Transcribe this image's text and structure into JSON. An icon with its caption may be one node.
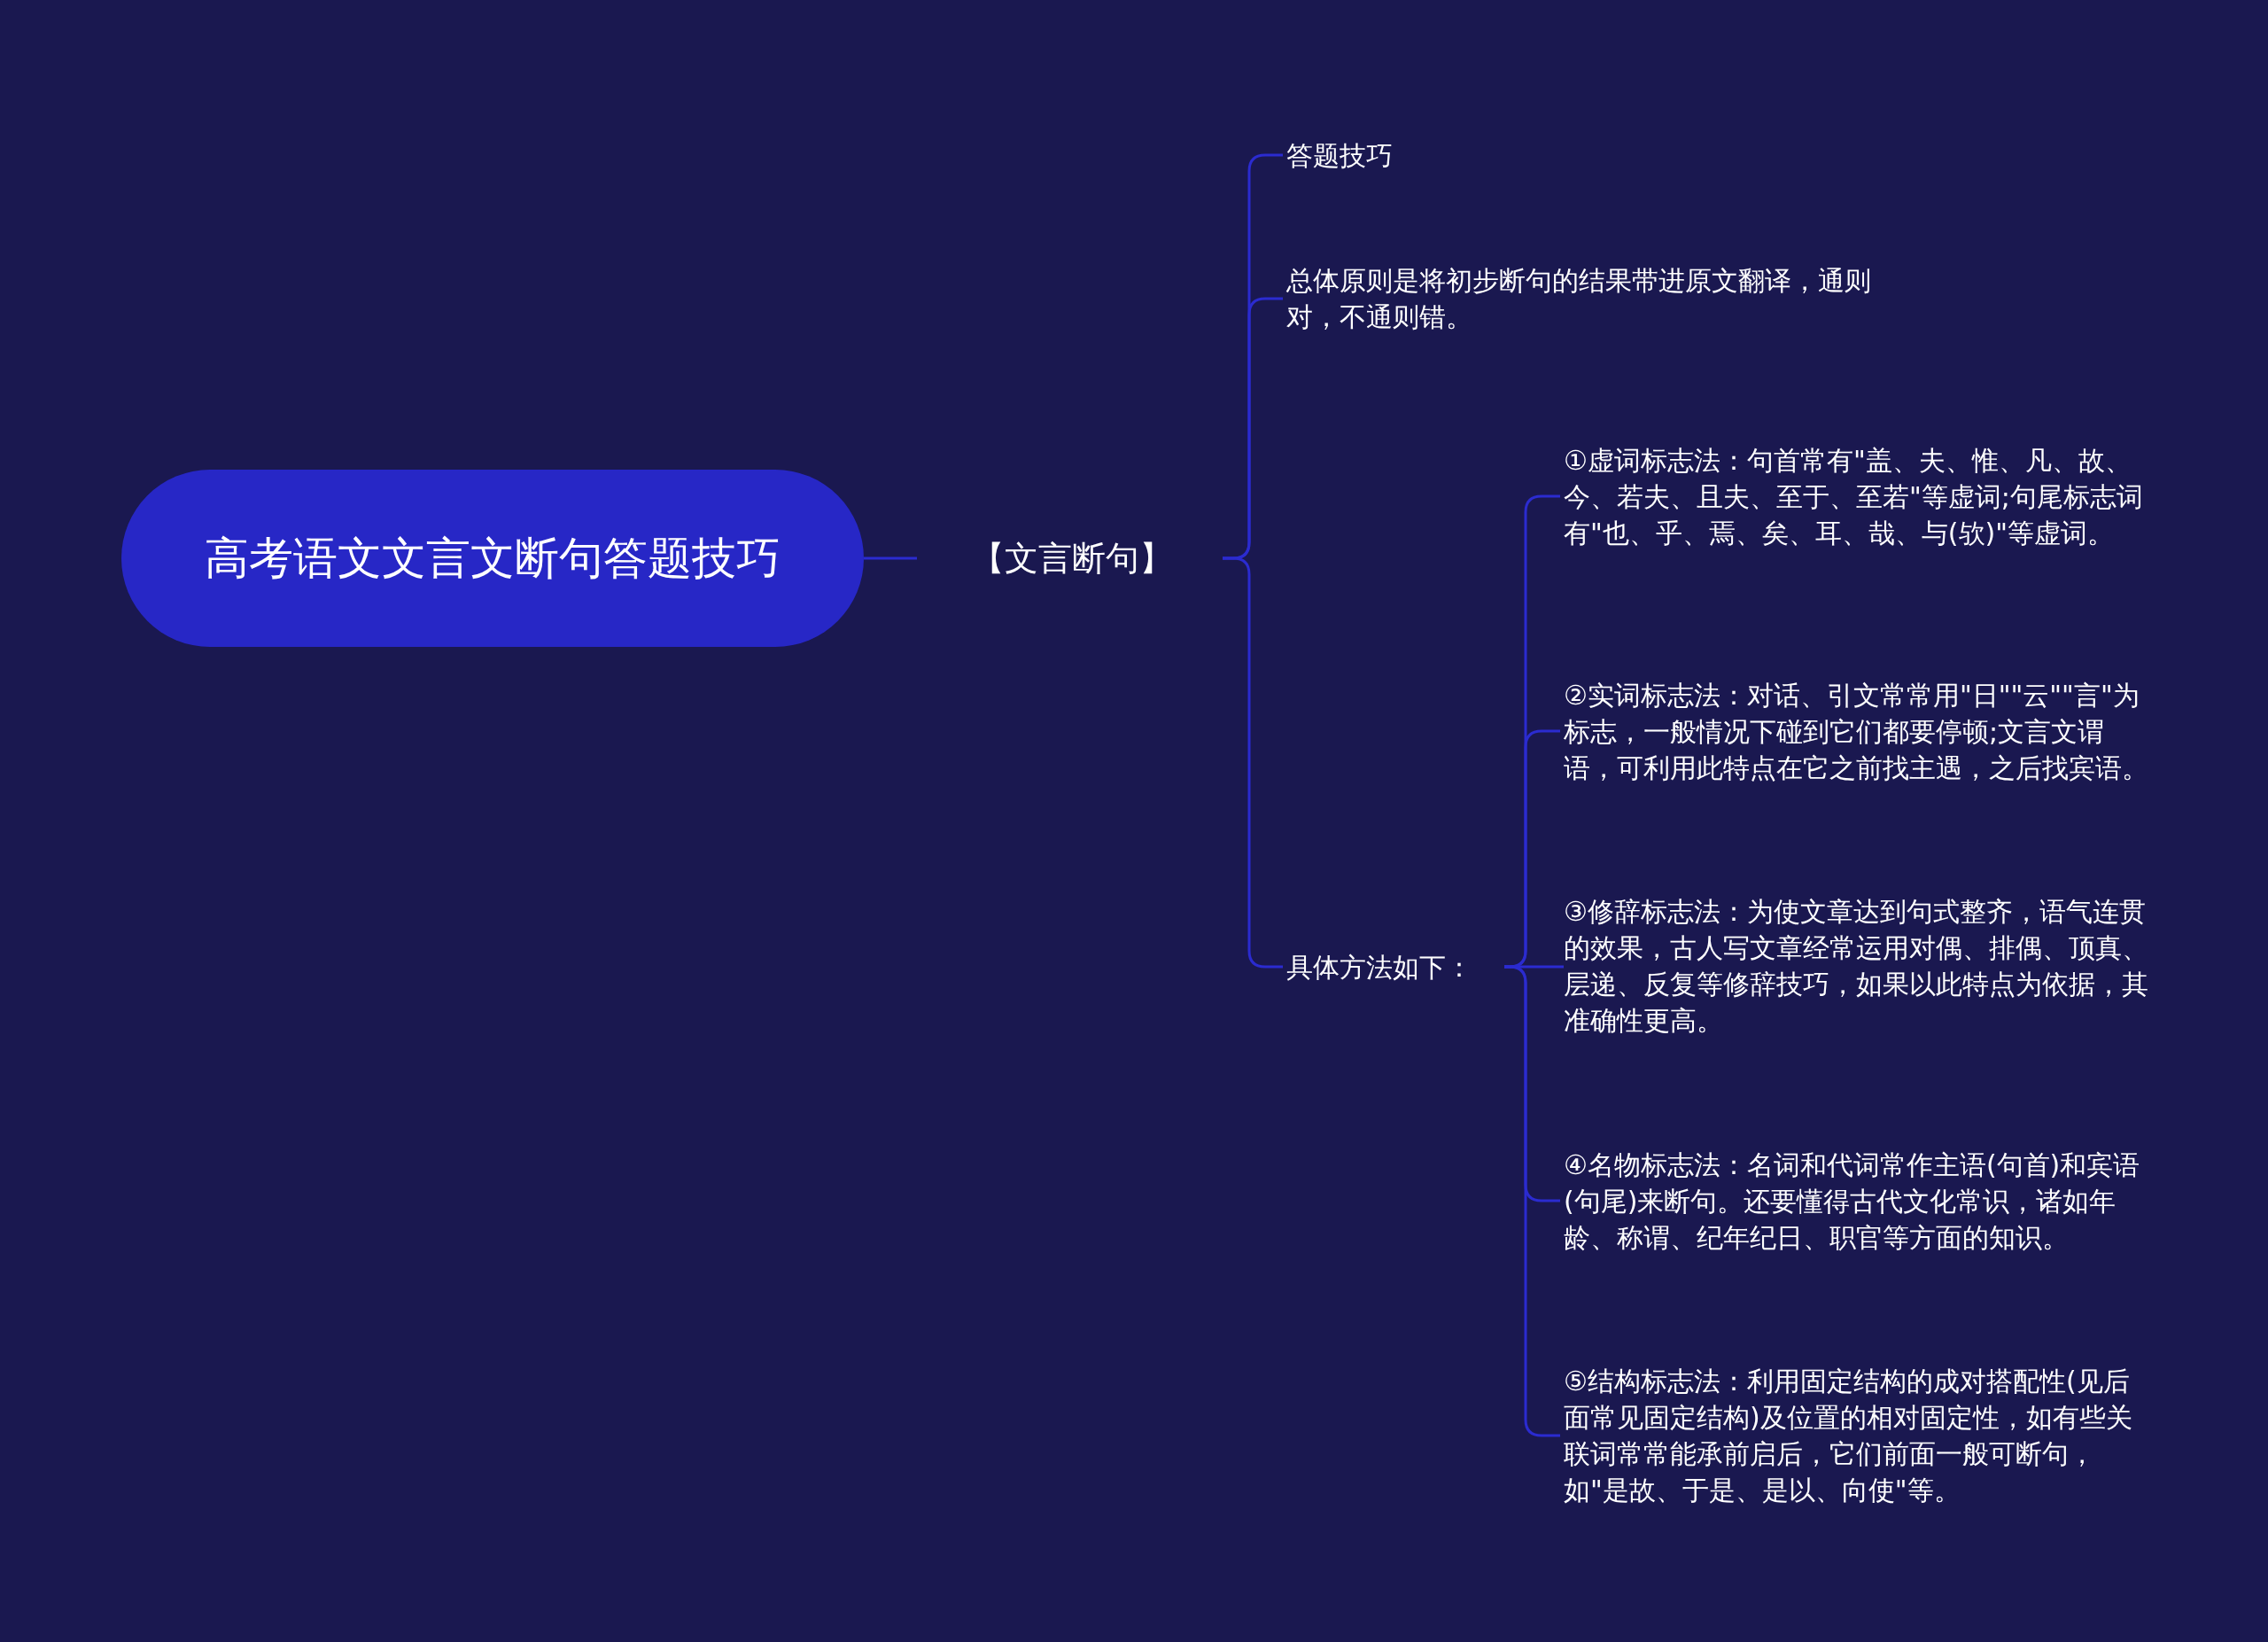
{
  "diagram": {
    "nodes": [
      {
        "text": [
          "高考语文文言文断句答题技巧"
        ]
      },
      {
        "text": [
          "【文言断句】"
        ]
      },
      {
        "text": [
          "答题技巧"
        ]
      },
      {
        "text": [
          "总体原则是将初步断句的结果带进原文翻译，通则对，不通则错。"
        ]
      },
      {
        "text": [
          "具体方法如下："
        ]
      },
      {
        "text": [
          "①虚词标志法：句首常有\"盖、夫、惟、凡、故、今、若夫、且夫、至于、至若\"等虚词;句尾标志词有\"也、乎、焉、矣、耳、哉、与(欤)\"等虚词。"
        ]
      },
      {
        "text": [
          "②实词标志法：对话、引文常常用\"日\"\"云\"\"言\"为标志，一般情况下碰到它们都要停顿;文言文谓语，可利用此特点在它之前找主遇，之后找宾语。"
        ]
      },
      {
        "text": [
          "③修辞标志法：为使文章达到句式整齐，语气连贯的效果，古人写文章经常运用对偶、排偶、顶真、层递、反复等修辞技巧，如果以此特点为依据，其准确性更高。"
        ]
      },
      {
        "text": [
          "④名物标志法：名词和代词常作主语(句首)和宾语(句尾)来断句。还要懂得古代文化常识，诸如年龄、称谓、纪年纪日、职官等方面的知识。"
        ]
      },
      {
        "text": [
          "⑤结构标志法：利用固定结构的成对搭配性(见后面常见固定结构)及位置的相对固定性，如有些关联词常常能承前启后，它们前面一般可断句，如\"是故、于是、是以、向使\"等。"
        ]
      }
    ],
    "edges": [
      {
        "from": 0,
        "to": 1,
        "arrow": "none"
      },
      {
        "from": 1,
        "to": 2,
        "arrow": "none"
      },
      {
        "from": 1,
        "to": 3,
        "arrow": "none"
      },
      {
        "from": 1,
        "to": 4,
        "arrow": "none"
      },
      {
        "from": 4,
        "to": 5,
        "arrow": "none"
      },
      {
        "from": 4,
        "to": 6,
        "arrow": "none"
      },
      {
        "from": 4,
        "to": 7,
        "arrow": "none"
      },
      {
        "from": 4,
        "to": 8,
        "arrow": "none"
      },
      {
        "from": 4,
        "to": 9,
        "arrow": "none"
      }
    ]
  }
}
